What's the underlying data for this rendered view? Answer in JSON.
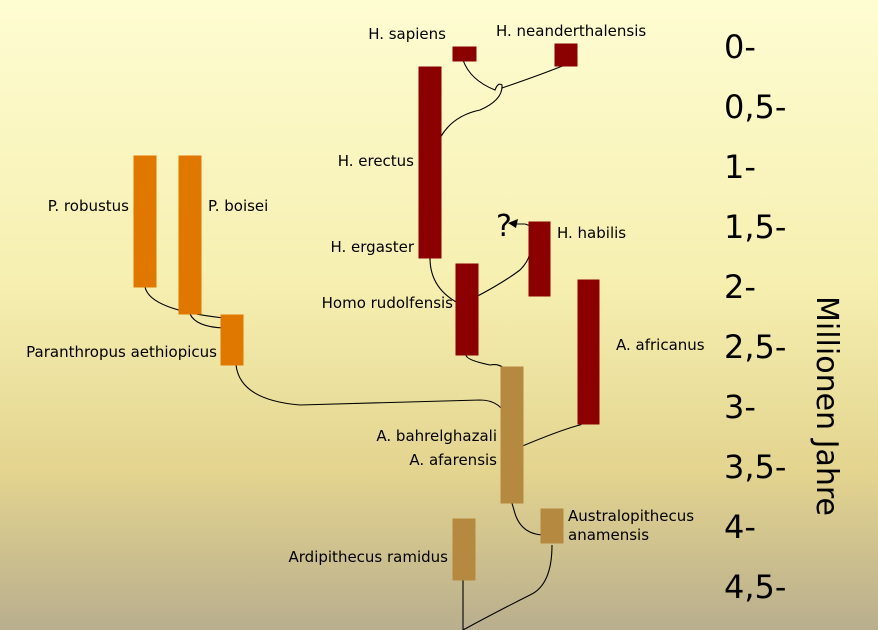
{
  "colors": {
    "homo": "#8b0000",
    "paranthropus": "#e07800",
    "australopithecus": "#b5893f"
  },
  "species": [
    {
      "id": "h-sapiens",
      "label": "H. sapiens",
      "group": "homo",
      "from_mya": 0.0,
      "to_mya": 0.1
    },
    {
      "id": "h-neanderthalensis",
      "label": "H. neanderthalensis",
      "group": "homo",
      "from_mya": 0.0,
      "to_mya": 0.2
    },
    {
      "id": "h-erectus",
      "label": "H. erectus",
      "group": "homo",
      "from_mya": 0.2,
      "to_mya": 1.8
    },
    {
      "id": "h-ergaster",
      "label": "H. ergaster",
      "group": "homo",
      "from_mya": 1.8,
      "to_mya": 1.8
    },
    {
      "id": "h-habilis",
      "label": "H. habilis",
      "group": "homo",
      "from_mya": 1.5,
      "to_mya": 2.1
    },
    {
      "id": "homo-rudolfensis",
      "label": "Homo rudolfensis",
      "group": "homo",
      "from_mya": 1.9,
      "to_mya": 2.6
    },
    {
      "id": "a-africanus",
      "label": "A. africanus",
      "group": "homo",
      "from_mya": 2.0,
      "to_mya": 3.2
    },
    {
      "id": "p-robustus",
      "label": "P. robustus",
      "group": "paranthropus",
      "from_mya": 1.0,
      "to_mya": 2.0
    },
    {
      "id": "p-boisei",
      "label": "P. boisei",
      "group": "paranthropus",
      "from_mya": 1.0,
      "to_mya": 2.3
    },
    {
      "id": "paranthropus-aethiopicus",
      "label": "Paranthropus aethiopicus",
      "group": "paranthropus",
      "from_mya": 2.3,
      "to_mya": 2.7
    },
    {
      "id": "a-bahrelghazali",
      "label": "A. bahrelghazali",
      "group": "australopithecus",
      "from_mya": 2.8,
      "to_mya": 3.9
    },
    {
      "id": "a-afarensis",
      "label": "A. afarensis",
      "group": "australopithecus",
      "from_mya": 2.8,
      "to_mya": 3.9
    },
    {
      "id": "australopithecus-anamensis",
      "label": "Australopithecus anamensis",
      "group": "australopithecus",
      "from_mya": 3.9,
      "to_mya": 4.2
    },
    {
      "id": "ardipithecus-ramidus",
      "label": "Ardipithecus ramidus",
      "group": "australopithecus",
      "from_mya": 4.0,
      "to_mya": 4.5
    }
  ],
  "uncertain_mark": "?",
  "axis": {
    "title": "Millionen Jahre",
    "ticks": [
      "0-",
      "0,5-",
      "1-",
      "1,5-",
      "2-",
      "2,5-",
      "3-",
      "3,5-",
      "4-",
      "4,5-"
    ]
  }
}
